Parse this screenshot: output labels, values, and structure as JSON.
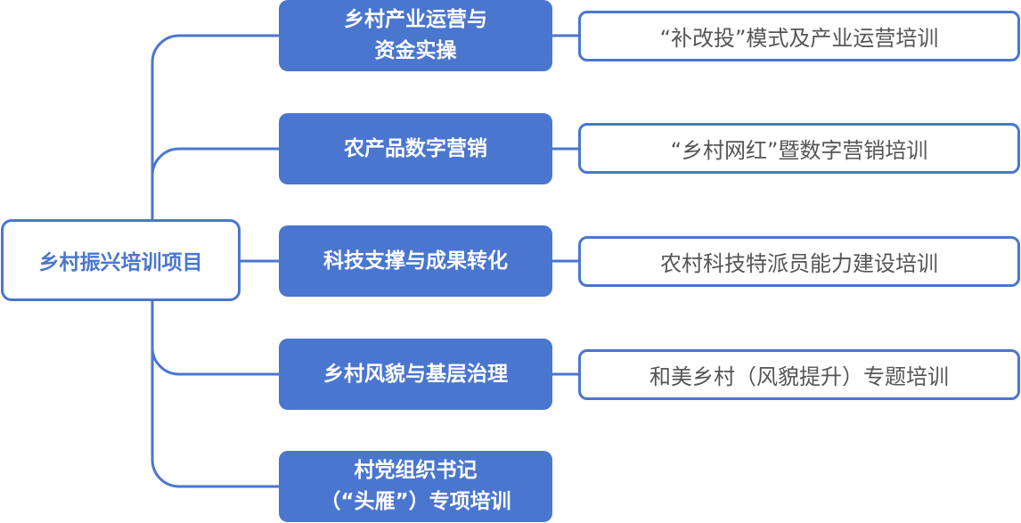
{
  "colors": {
    "accent": "#4a76cf",
    "leaf_text": "#555555",
    "mid_text": "#ffffff"
  },
  "root": {
    "label": "乡村振兴培训项目"
  },
  "branches": [
    {
      "label_lines": [
        "乡村产业运营与",
        "资金实操"
      ],
      "leaf": "“补改投”模式及产业运营培训"
    },
    {
      "label_lines": [
        "农产品数字营销"
      ],
      "leaf": "“乡村网红”暨数字营销培训"
    },
    {
      "label_lines": [
        "科技支撑与成果转化"
      ],
      "leaf": "农村科技特派员能力建设培训"
    },
    {
      "label_lines": [
        "乡村风貌与基层治理"
      ],
      "leaf": "和美乡村（风貌提升）专题培训"
    },
    {
      "label_lines": [
        "村党组织书记",
        "（“头雁”）专项培训"
      ],
      "leaf": null
    }
  ]
}
